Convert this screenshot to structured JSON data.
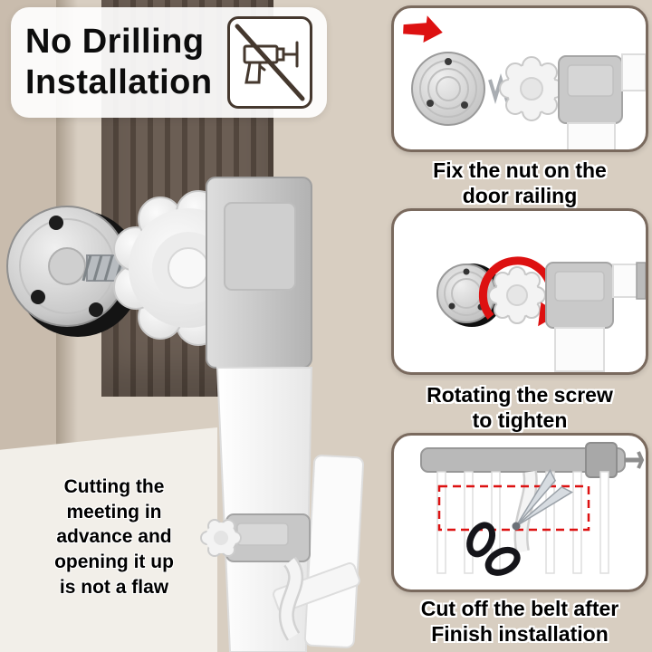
{
  "header": {
    "title": "No Drilling\nInstallation"
  },
  "steps": [
    {
      "caption": "Fix the nut on the\ndoor railing"
    },
    {
      "caption": "Rotating the screw\nto tighten"
    },
    {
      "caption": "Cut off the belt after\nFinish installation"
    }
  ],
  "note": {
    "text": "Cutting the\nmeeting in\nadvance and\nopening it up\nis not a flaw"
  },
  "icons": {
    "no_drilling": "no-drilling-icon",
    "red_arrow": "red-arrow-icon",
    "rotate_arrow": "rotate-arrow-icon",
    "scissors": "scissors-icon"
  },
  "colors": {
    "accent_red": "#dd1111",
    "panel_border": "#7a6a5e",
    "wall": "#d8cec1",
    "curtain_stripe": "#6b5e54",
    "metal_gray": "#c2c2c2"
  }
}
